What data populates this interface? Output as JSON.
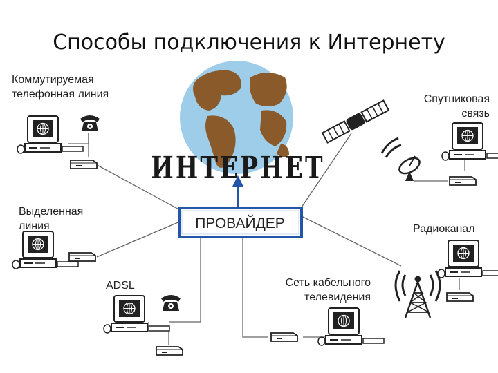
{
  "title": "Способы подключения к Интернету",
  "internet_label": "ИНТЕРНЕТ",
  "provider_label": "ПРОВАЙДЕР",
  "methods": {
    "dialup": [
      "Коммутируемая",
      "телефонная линия"
    ],
    "satellite": [
      "Спутниковая",
      "связь"
    ],
    "leased": [
      "Выделенная",
      "линия"
    ],
    "radio": [
      "Радиоканал"
    ],
    "adsl": [
      "ADSL"
    ],
    "cable": [
      "Сеть кабельного",
      "телевидения"
    ]
  },
  "icons": [
    "globe-icon",
    "computer-icon",
    "modem-icon",
    "telephone-icon",
    "satellite-icon",
    "satellite-dish-icon",
    "radio-tower-icon"
  ],
  "colors": {
    "provider_border": "#2356a8",
    "arrow": "#2356a8",
    "globe_ocean": "#9ecdea",
    "globe_land": "#8b5a2b"
  }
}
